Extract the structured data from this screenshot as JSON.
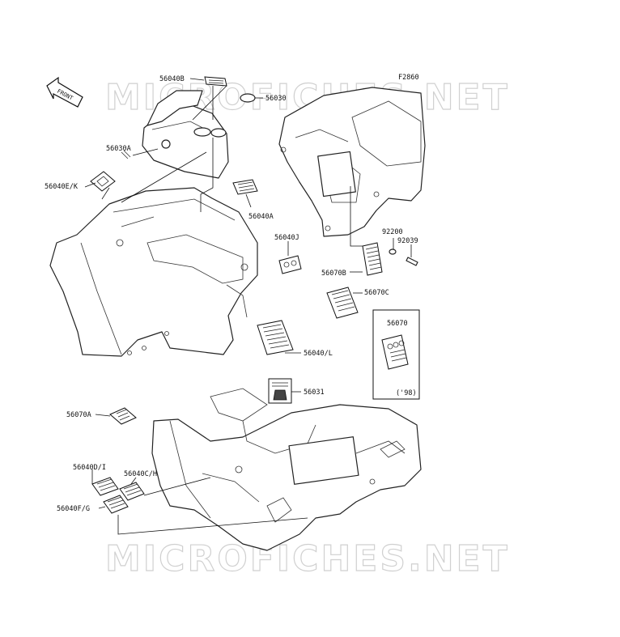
{
  "diagram": {
    "figure_code": "F2860",
    "front_marker": "FRONT",
    "watermark": "MICROFICHES.NET",
    "inset_year": "('98)",
    "labels": {
      "p56040B": "56040B",
      "p56030": "56030",
      "p56030A": "56030A",
      "p56040EK": "56040E/K",
      "p56040A": "56040A",
      "p56040J": "56040J",
      "p92200": "92200",
      "p92039": "92039",
      "p56070B": "56070B",
      "p56070C": "56070C",
      "p56040L": "56040/L",
      "p56070": "56070",
      "p56031": "56031",
      "p56070A": "56070A",
      "p56040DI": "56040D/I",
      "p56040CH": "56040C/H",
      "p56040FG": "56040F/G"
    }
  }
}
